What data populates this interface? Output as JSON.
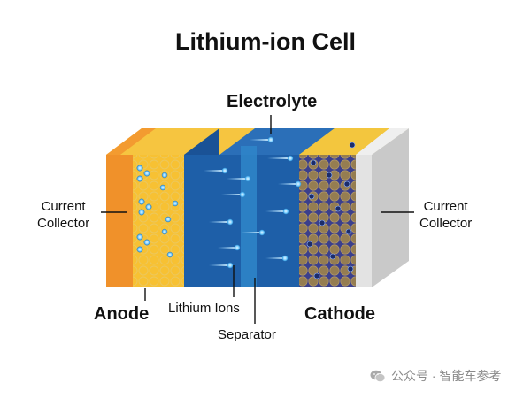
{
  "diagram": {
    "title": "Lithium-ion Cell",
    "labels": {
      "electrolyte": "Electrolyte",
      "current_collector_left_line1": "Current",
      "current_collector_left_line2": "Collector",
      "current_collector_right_line1": "Current",
      "current_collector_right_line2": "Collector",
      "anode": "Anode",
      "lithium_ions": "Lithium Ions",
      "separator": "Separator",
      "cathode": "Cathode"
    },
    "colors": {
      "anode_collector": "#f0912a",
      "anode_material": "#f7c133",
      "electrolyte": "#1e5fa8",
      "separator": "#2f86c9",
      "cathode_material": "#3b3f8c",
      "cathode_collector": "#d9d9d9"
    }
  },
  "watermark": {
    "text": "公众号 · 智能车参考"
  }
}
